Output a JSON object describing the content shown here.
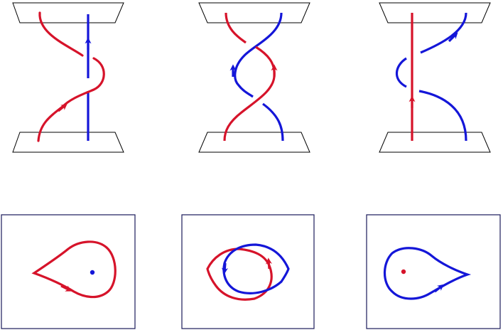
{
  "colors": {
    "strand_red": "#d6132a",
    "strand_blue": "#1416d8",
    "plane_outline": "#000000",
    "frame_outline": "#1a1a5a",
    "background": "#ffffff"
  },
  "top_row": {
    "panels": [
      {
        "id": "braid-left",
        "description_kind": "red strand winds around straight blue strand"
      },
      {
        "id": "braid-middle",
        "description_kind": "red and blue strands twist around each other"
      },
      {
        "id": "braid-right",
        "description_kind": "blue strand winds around straight red strand"
      }
    ]
  },
  "bottom_row": {
    "panels": [
      {
        "id": "projection-left",
        "loop_color": "red",
        "point_color": "blue"
      },
      {
        "id": "projection-middle",
        "loop_color": "both",
        "point_color": "none"
      },
      {
        "id": "projection-right",
        "loop_color": "blue",
        "point_color": "red"
      }
    ]
  }
}
